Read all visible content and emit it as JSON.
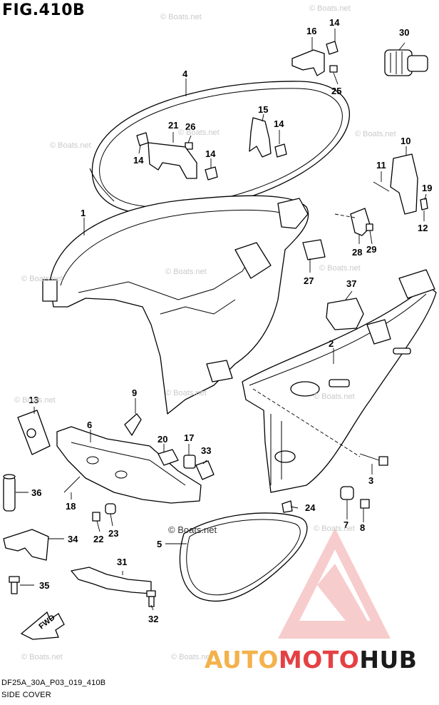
{
  "figure": {
    "title": "FIG.410B",
    "code": "DF25A_30A_P03_019_410B",
    "name": "SIDE COVER"
  },
  "watermark": "© Boats.net",
  "brand": {
    "part1": "AUTO",
    "part2": "MOTO",
    "part3": "HUB",
    "colors": {
      "auto": "#f3b24b",
      "moto": "#e44145",
      "hub": "#1b1b1b",
      "logo": "#e44145"
    }
  },
  "fwd_label": "FWD",
  "callouts": [
    "1",
    "2",
    "3",
    "4",
    "5",
    "6",
    "7",
    "8",
    "9",
    "10",
    "11",
    "12",
    "13",
    "14",
    "14",
    "14",
    "14",
    "15",
    "16",
    "17",
    "18",
    "19",
    "20",
    "21",
    "22",
    "23",
    "24",
    "25",
    "26",
    "27",
    "28",
    "29",
    "30",
    "31",
    "32",
    "33",
    "34",
    "35",
    "36",
    "37"
  ]
}
